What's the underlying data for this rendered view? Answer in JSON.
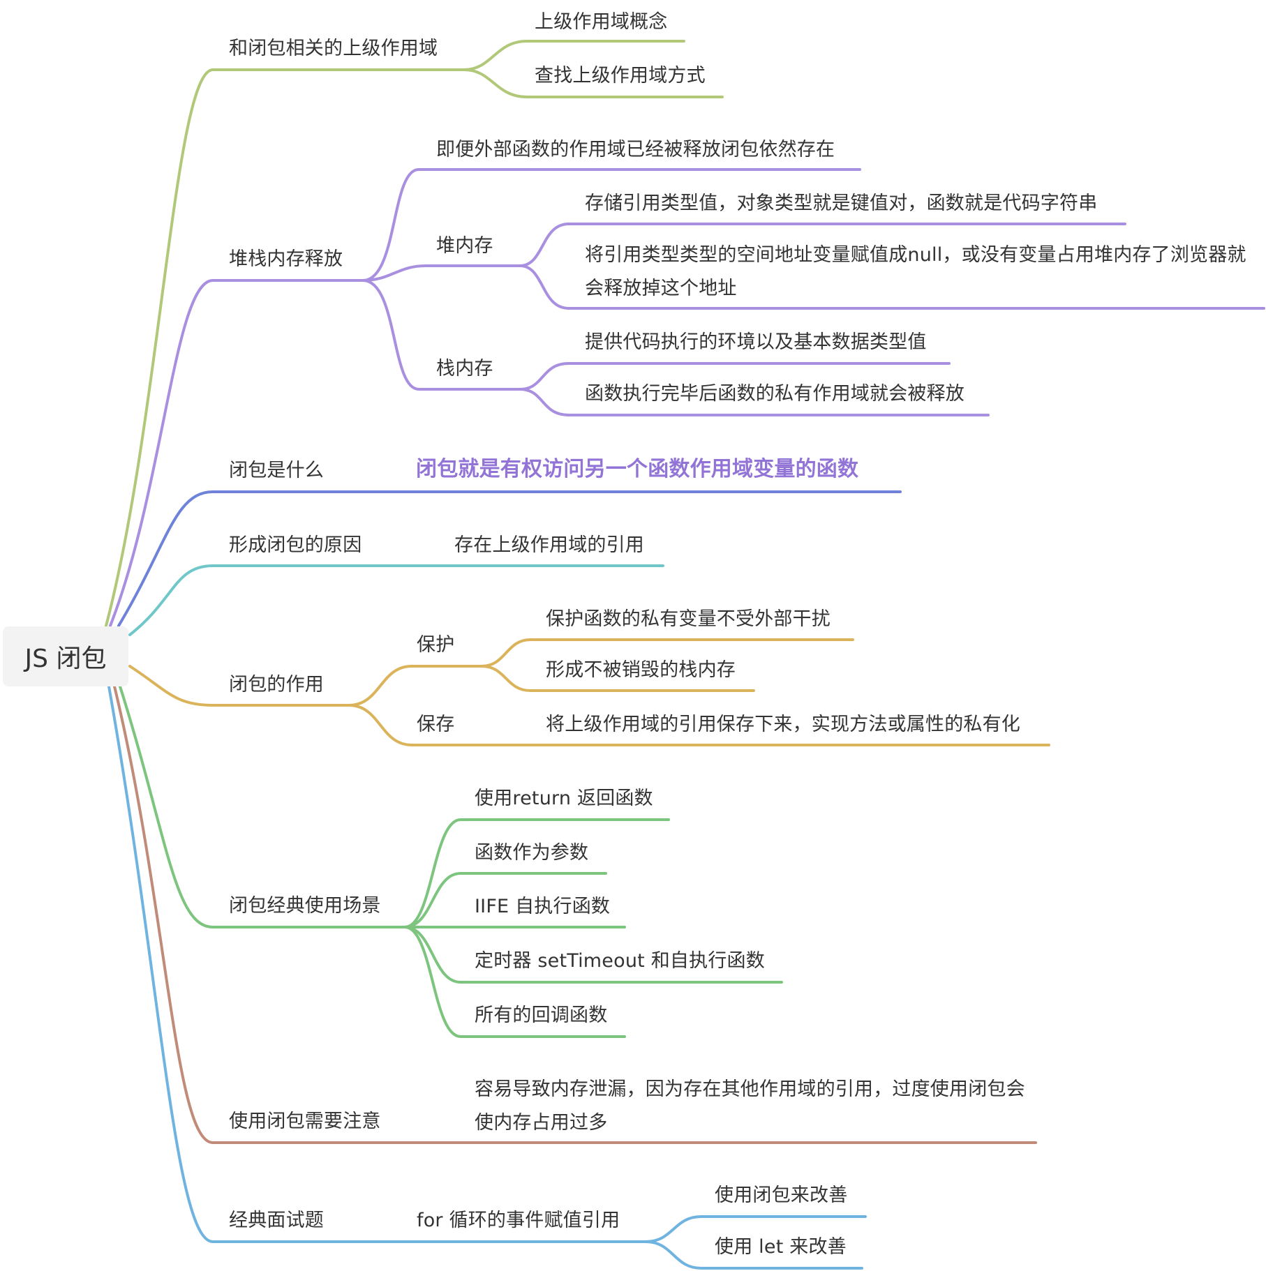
{
  "root": {
    "label": "JS 闭包"
  },
  "colors": {
    "scope": "#b0c878",
    "memory": "#a98fe0",
    "what": "#6d82d8",
    "cause": "#6fc7c9",
    "role": "#dbb35a",
    "scenes": "#7dc47f",
    "notes": "#c08b78",
    "interview": "#6fb3e0",
    "highlight_text": "#9274d6"
  },
  "branches": {
    "scope": {
      "label": "和闭包相关的上级作用域",
      "children": [
        "上级作用域概念",
        "查找上级作用域方式"
      ]
    },
    "memory": {
      "label": "堆栈内存释放",
      "release": "即便外部函数的作用域已经被释放闭包依然存在",
      "heap": {
        "label": "堆内存",
        "children": [
          "存储引用类型值，对象类型就是键值对，函数就是代码字符串",
          "将引用类型类型的空间地址变量赋值成null，或没有变量占用堆内存了浏览器就会释放掉这个地址"
        ]
      },
      "stack": {
        "label": "栈内存",
        "children": [
          "提供代码执行的环境以及基本数据类型值",
          "函数执行完毕后函数的私有作用域就会被释放"
        ]
      }
    },
    "what": {
      "label": "闭包是什么",
      "definition": "闭包就是有权访问另一个函数作用域变量的函数"
    },
    "cause": {
      "label": "形成闭包的原因",
      "child": "存在上级作用域的引用"
    },
    "role": {
      "label": "闭包的作用",
      "protect": {
        "label": "保护",
        "children": [
          "保护函数的私有变量不受外部干扰",
          "形成不被销毁的栈内存"
        ]
      },
      "preserve": {
        "label": "保存",
        "child": "将上级作用域的引用保存下来，实现方法或属性的私有化"
      }
    },
    "scenes": {
      "label": "闭包经典使用场景",
      "children": [
        "使用return 返回函数",
        "函数作为参数",
        "IIFE 自执行函数",
        "定时器 setTimeout 和自执行函数",
        "所有的回调函数"
      ]
    },
    "notes": {
      "label": "使用闭包需要注意",
      "child": "容易导致内存泄漏，因为存在其他作用域的引用，过度使用闭包会使内存占用过多"
    },
    "interview": {
      "label": "经典面试题",
      "question": "for 循环的事件赋值引用",
      "children": [
        "使用闭包来改善",
        "使用 let 来改善"
      ]
    }
  }
}
